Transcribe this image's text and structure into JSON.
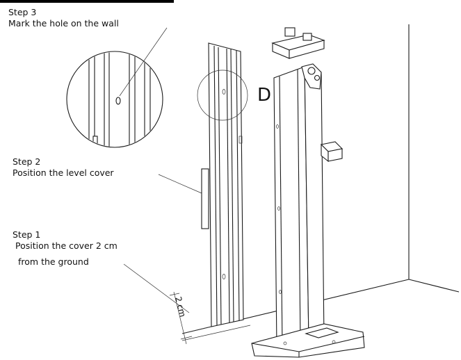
{
  "steps": {
    "step3": {
      "title": "Step 3",
      "text": "Mark the hole on the wall"
    },
    "step2": {
      "title": "Step 2",
      "text": "Position the level cover"
    },
    "step1": {
      "title": "Step 1",
      "line1": "Position the cover 2 cm",
      "line2": "from the ground"
    }
  },
  "callout_letter": "D",
  "dimension_label": "2 cm"
}
